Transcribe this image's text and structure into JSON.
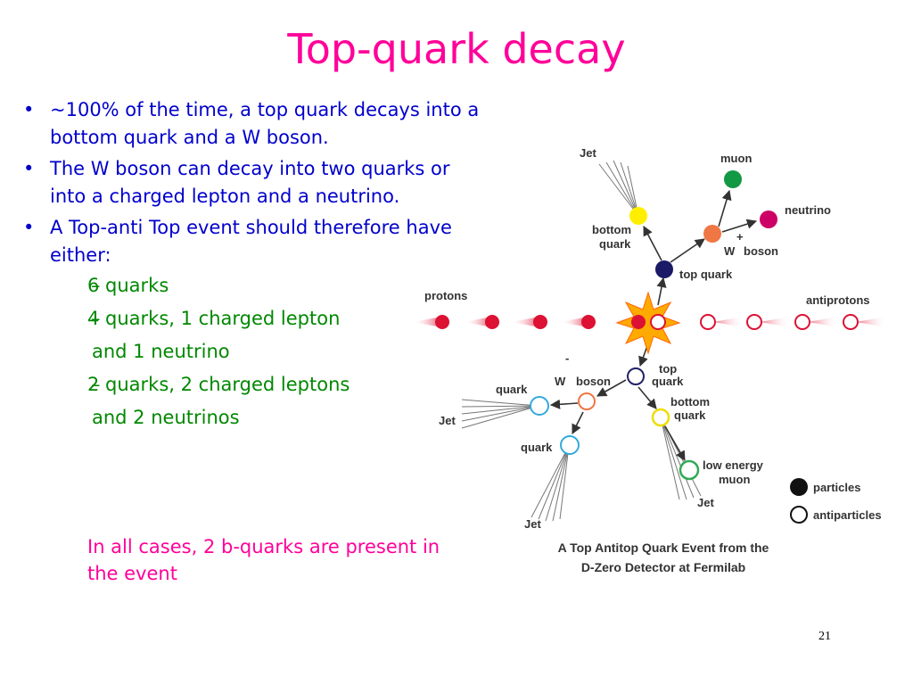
{
  "slide": {
    "title": "Top-quark decay",
    "page_number": "21"
  },
  "bullets": [
    {
      "text": "~100% of the time, a top quark decays  into a bottom quark and a W boson."
    },
    {
      "text": "The W boson can decay into two quarks or into a charged lepton and a neutrino."
    },
    {
      "text": "A Top-anti Top event should therefore have either:"
    }
  ],
  "sub_bullets": [
    {
      "line1": "6 quarks",
      "line2": ""
    },
    {
      "line1": "4 quarks, 1 charged lepton",
      "line2": "and 1 neutrino"
    },
    {
      "line1": "2 quarks, 2 charged leptons",
      "line2": "and 2 neutrinos"
    }
  ],
  "note": "In all cases, 2 b-quarks are present in the event",
  "diagram": {
    "labels": {
      "jet_top": "Jet",
      "muon": "muon",
      "bottom_quark_top_1": "bottom",
      "bottom_quark_top_2": "quark",
      "neutrino": "neutrino",
      "w_plus": "+",
      "w_boson_top_1": "W",
      "w_boson_top_2": "boson",
      "top_quark": "top quark",
      "protons": "protons",
      "antiprotons": "antiprotons",
      "w_minus": "-",
      "w_boson_bottom_1": "W",
      "w_boson_bottom_2": "boson",
      "top_quark_bottom_1": "top",
      "top_quark_bottom_2": "quark",
      "quark_upper": "quark",
      "bottom_quark_bottom_1": "bottom",
      "bottom_quark_bottom_2": "quark",
      "jet_left": "Jet",
      "quark_lower": "quark",
      "low_energy_muon_1": "low energy",
      "low_energy_muon_2": "muon",
      "jet_bottom_right": "Jet",
      "jet_bottom_left": "Jet",
      "legend_particles": "particles",
      "legend_antiparticles": "antiparticles",
      "caption_1": "A Top Antitop Quark Event from the",
      "caption_2": "D-Zero Detector at Fermilab"
    },
    "colors": {
      "proton": "#dd1133",
      "top_quark": "#1a1a66",
      "bottom_quark": "#ffee00",
      "muon": "#119944",
      "neutrino": "#cc0066",
      "w_boson": "#ee7744",
      "antiquark_ring": "#33aadd",
      "antitop_ring": "#222266",
      "antibottom_ring": "#eedd00",
      "antimuon_ring": "#33aa55",
      "collision": "#ffaa00"
    }
  }
}
